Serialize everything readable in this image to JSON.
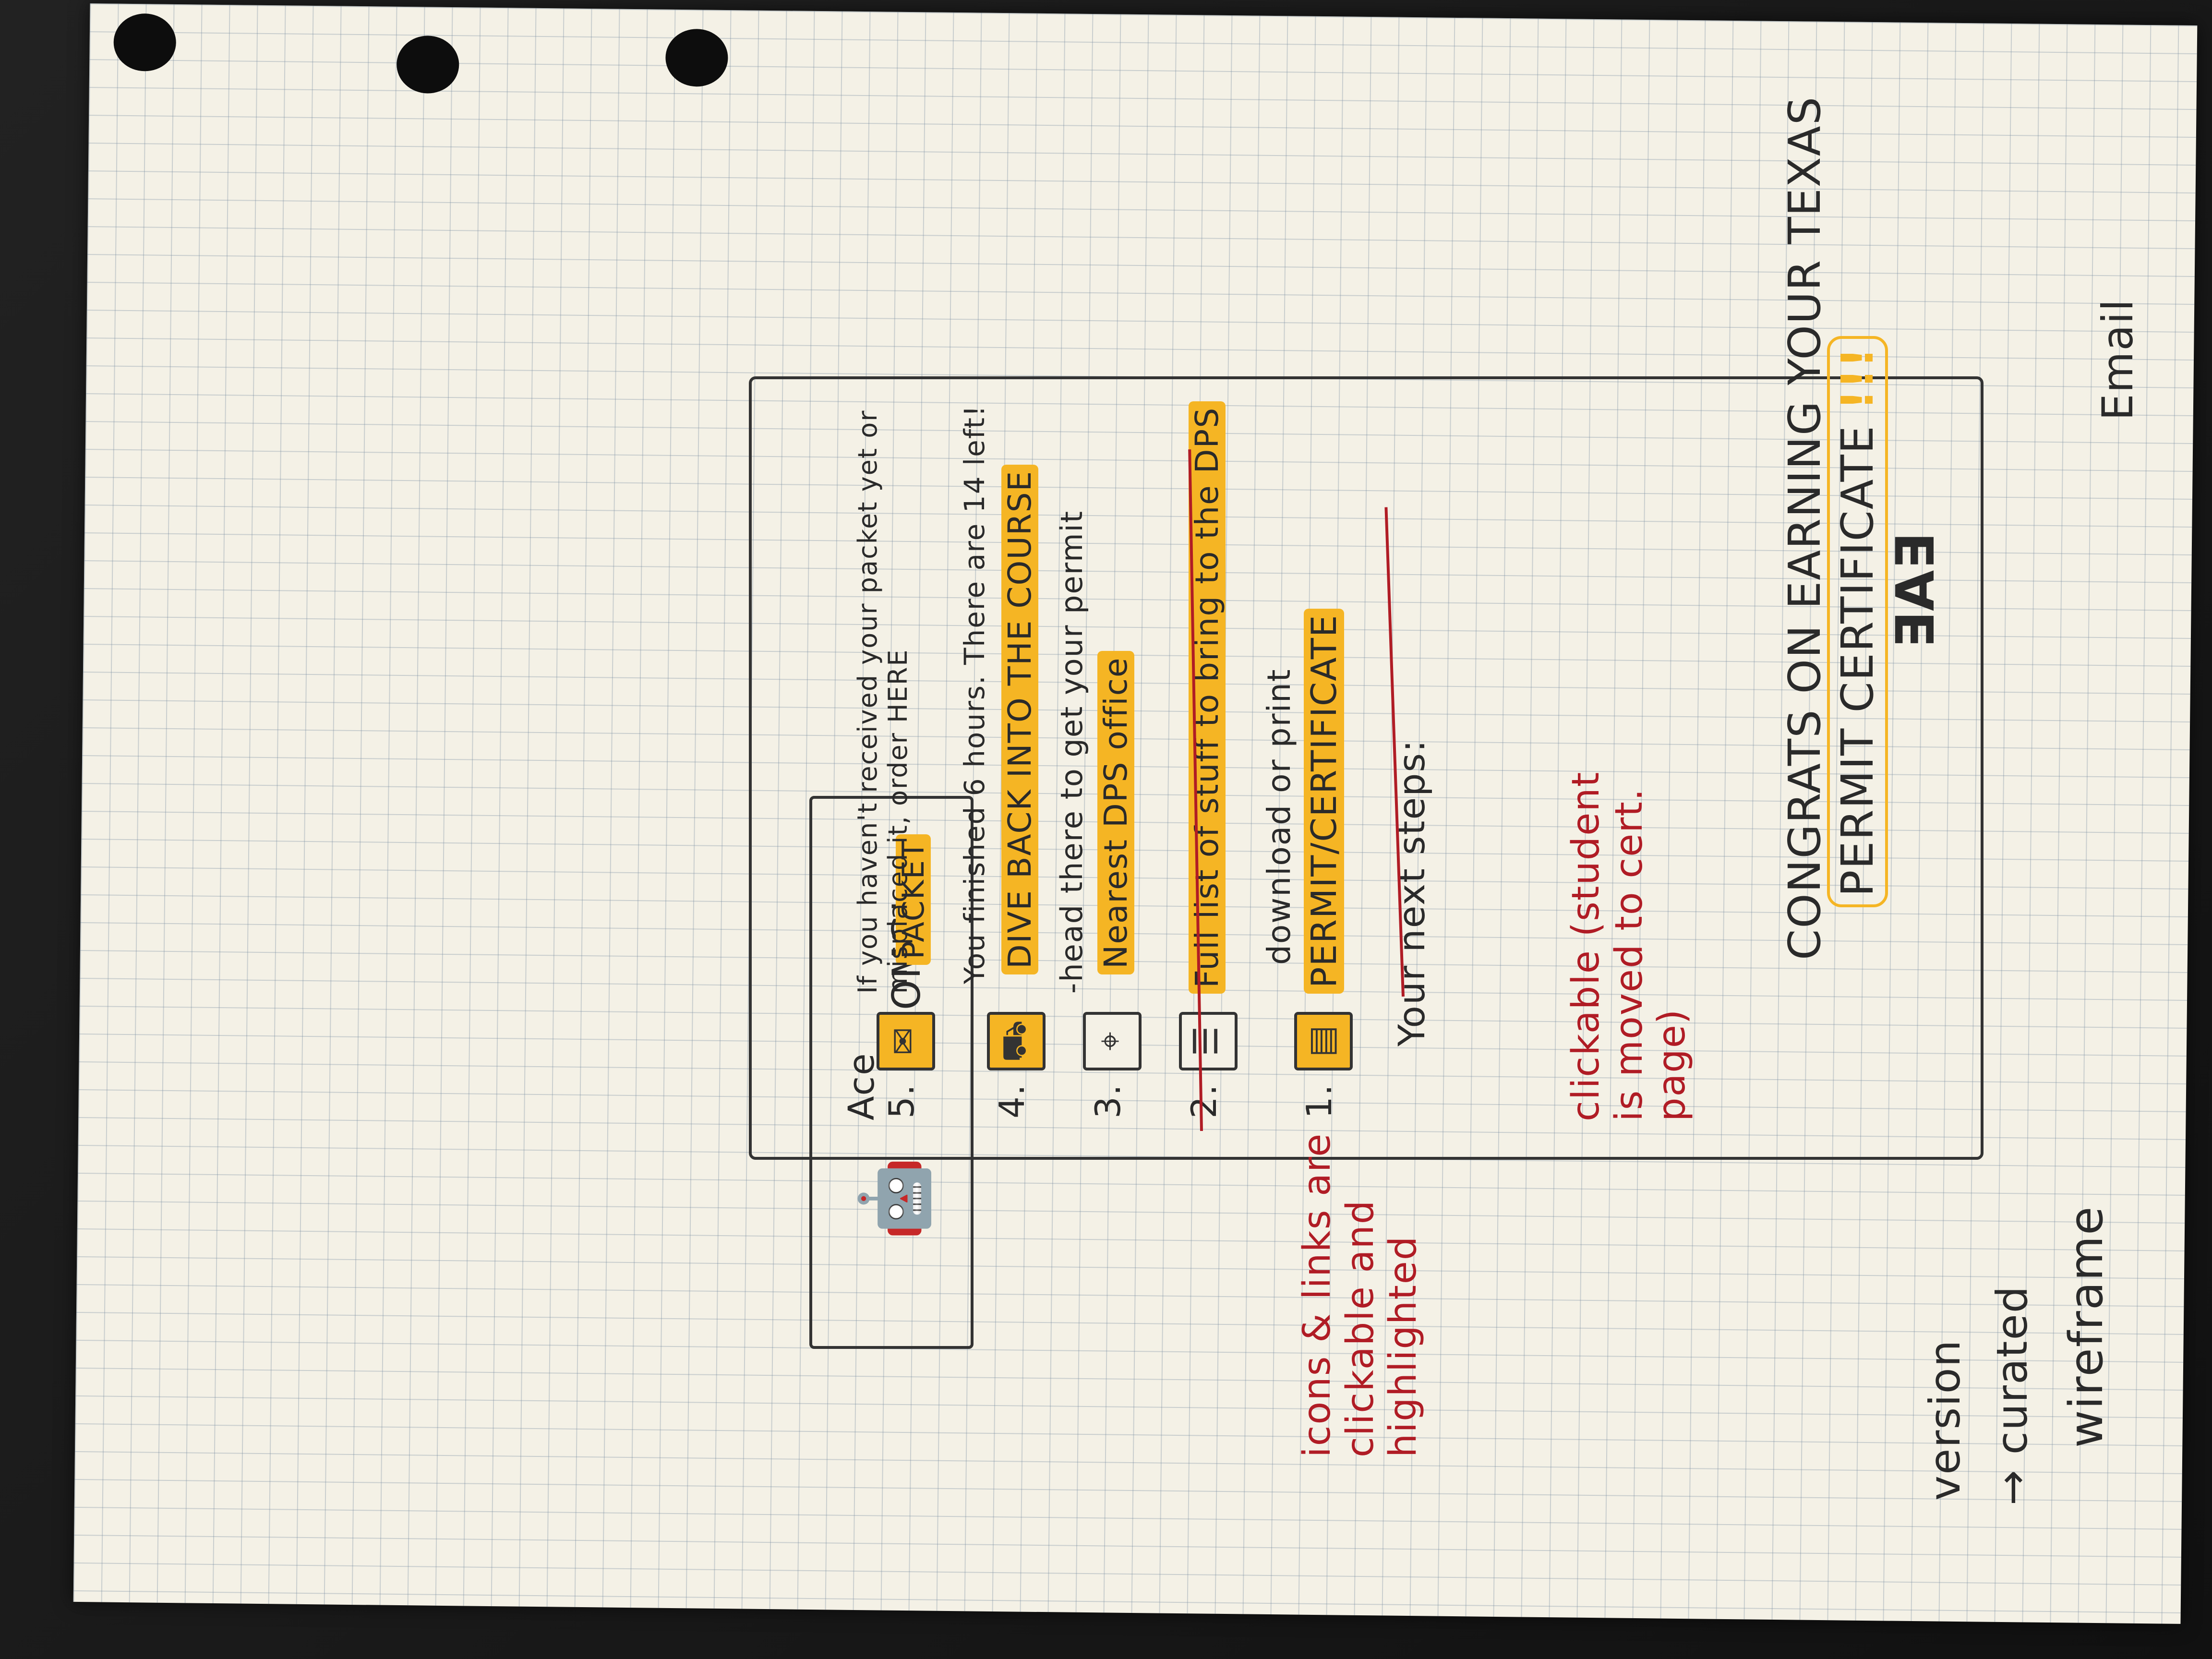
{
  "margin_notes": {
    "email": "Email",
    "wireframe": "wireframe",
    "curated": "→ curated",
    "version": "version"
  },
  "email": {
    "logo": "∃A∃",
    "headline_part1": "CONGRATS ON EARNING YOUR TEXAS",
    "headline_highlight": "PERMIT CERTIFICATE",
    "headline_exclaim": "!!!",
    "hero": {
      "character_label": "Ace",
      "speech": "OMG!"
    },
    "next_steps_title": "Your next steps:",
    "steps": [
      {
        "num": "1.",
        "title": "PERMIT/CERTIFICATE",
        "sub": "download or print",
        "icon": "certificate-icon"
      },
      {
        "num": "2.",
        "title": "Full list of stuff to bring to the DPS",
        "sub": "",
        "icon": "list-icon"
      },
      {
        "num": "3.",
        "title": "Nearest DPS office",
        "sub": "-head there to get your permit",
        "icon": "map-icon"
      },
      {
        "num": "4.",
        "title": "DIVE BACK INTO THE COURSE",
        "sub": "You finished 6 hours. There are 14 left!",
        "icon": "car-icon"
      },
      {
        "num": "5.",
        "title": "PACKET",
        "sub": "If you haven't received your packet yet or misplaced it, order HERE",
        "icon": "packet-icon"
      }
    ]
  },
  "annotations": {
    "clickable_note": "clickable (student is moved to cert. page)",
    "icons_note": "icons & links are clickable and highlighted"
  },
  "colors": {
    "highlight": "#f5b524",
    "ink": "#2a2a2a",
    "annotation_red": "#b01c25",
    "paper": "#f4f1e6"
  }
}
